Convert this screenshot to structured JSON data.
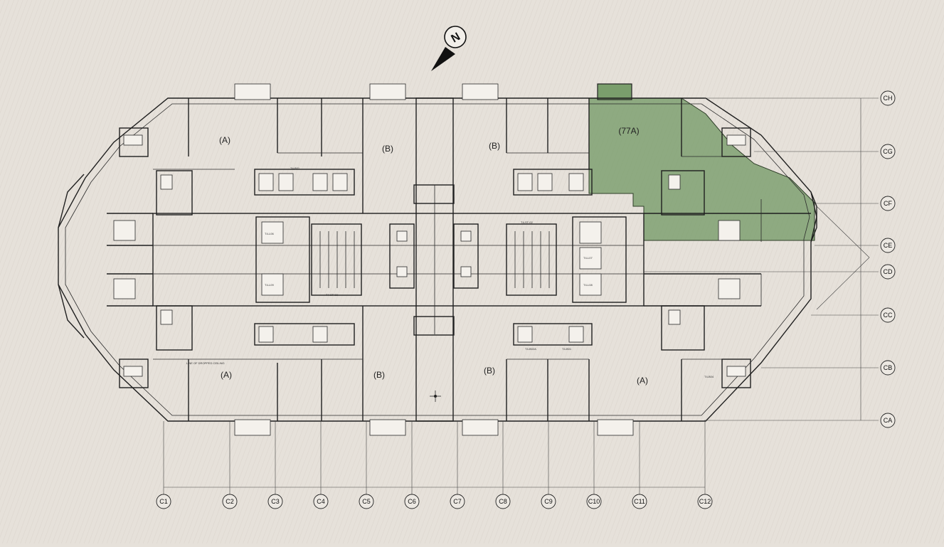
{
  "plan": {
    "north_label": "N",
    "highlight_color": "#7a9e6c",
    "units": {
      "u77a": "(77A)",
      "a_nw": "(A)",
      "a_sw": "(A)",
      "a_se": "(A)",
      "b_n1": "(B)",
      "b_n2": "(B)",
      "b_s1": "(B)",
      "b_s2": "(B)"
    },
    "notes": {
      "t4_b01_n": "T4-B01",
      "t4_st02_w": "T4-ST-02",
      "t4_st02_e": "T4-ST-02",
      "t4_b02a": "T4-B02A",
      "t4_b01_s": "T4-B01",
      "t4_b04": "T4-B04",
      "l06": "T4-L06",
      "l07": "T4-L07",
      "l08": "T4-L08",
      "l09": "T4-L09",
      "dropped_ceiling": "LINE OF DROPPED CEILING"
    },
    "grid_rows": [
      "CH",
      "CG",
      "CF",
      "CE",
      "CD",
      "CC",
      "CB",
      "CA"
    ],
    "grid_cols": [
      "C1",
      "C2",
      "C3",
      "C4",
      "C5",
      "C6",
      "C7",
      "C8",
      "C9",
      "C10",
      "C11",
      "C12"
    ]
  }
}
